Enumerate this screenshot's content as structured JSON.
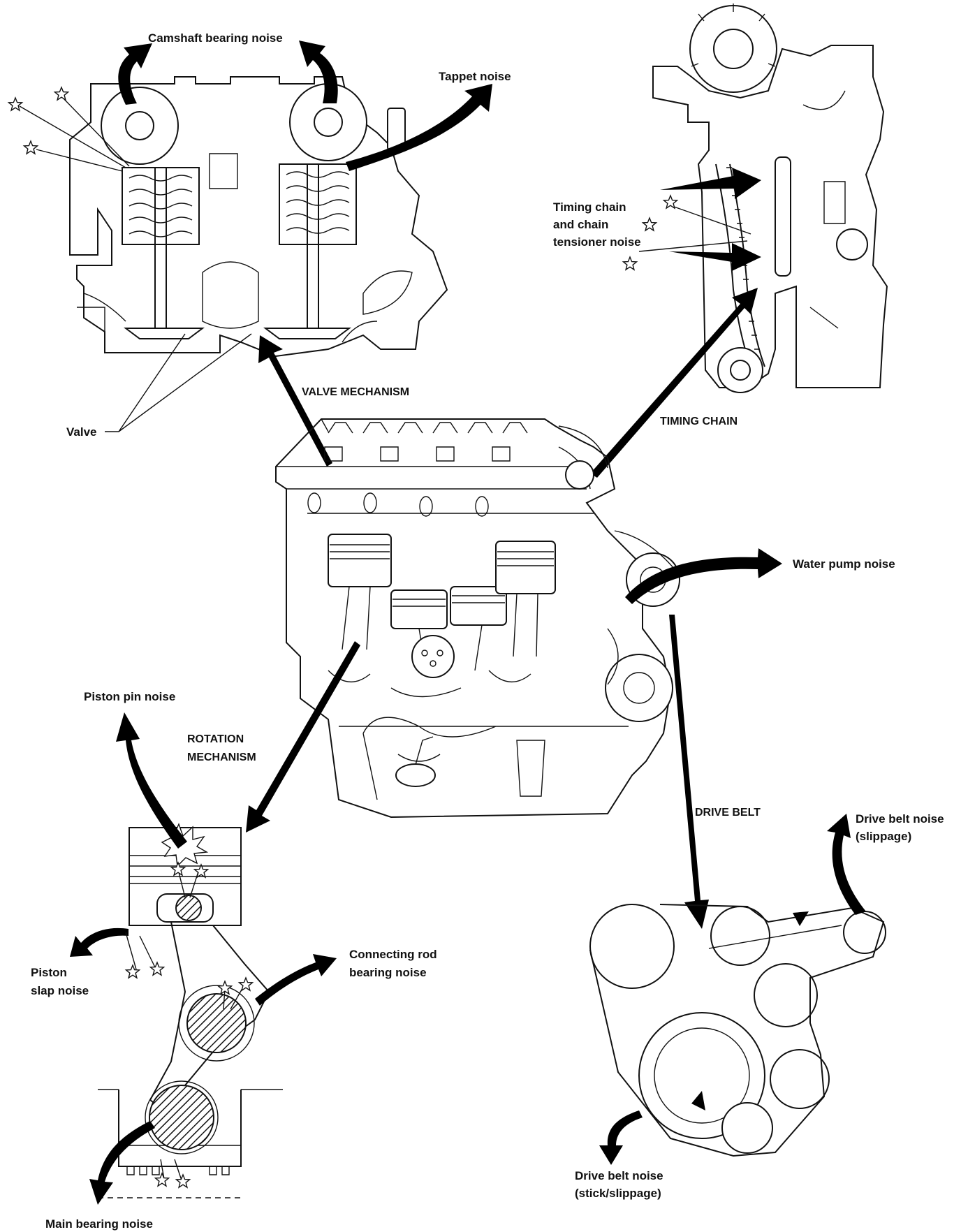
{
  "labels": {
    "camshaft": "Camshaft bearing noise",
    "tappet": "Tappet noise",
    "valve": "Valve",
    "valve_mechanism": "VALVE MECHANISM",
    "timing_chain_1": "Timing chain",
    "timing_chain_2": "and chain",
    "timing_chain_3": "tensioner noise",
    "timing_chain": "TIMING CHAIN",
    "water_pump": "Water pump noise",
    "piston_pin": "Piston pin noise",
    "rotation_1": "ROTATION",
    "rotation_2": "MECHANISM",
    "drive_belt": "DRIVE BELT",
    "db_noise_1_a": "Drive belt noise",
    "db_noise_1_b": "(slippage)",
    "piston_slap_1": "Piston",
    "piston_slap_2": "slap noise",
    "conrod_1": "Connecting rod",
    "conrod_2": "bearing noise",
    "db_noise_2_a": "Drive belt noise",
    "db_noise_2_b": "(stick/slippage)",
    "main_bearing": "Main bearing noise"
  }
}
